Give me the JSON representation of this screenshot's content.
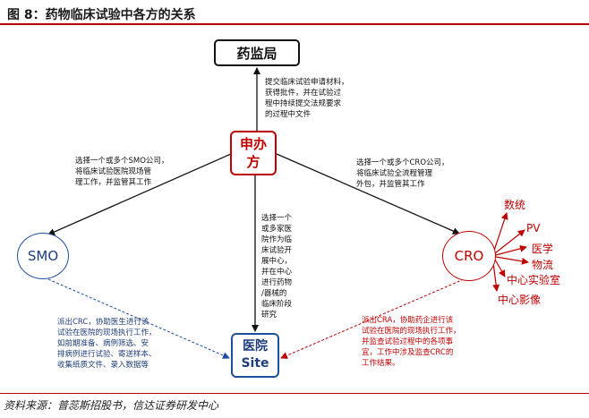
{
  "figure": {
    "title": "图 8：药物临床试验中各方的关系",
    "source": "资料来源：普蕊斯招股书，信达证券研发中心"
  },
  "nodes": {
    "fda": "药监局",
    "sponsor_line1": "申办",
    "sponsor_line2": "方",
    "smo": "SMO",
    "cro": "CRO",
    "hospital_line1": "医院",
    "hospital_line2": "Site"
  },
  "notes": {
    "sponsor_to_fda": [
      "提交临床试验申请材料，",
      "获得批件，并在试验过",
      "程中持续提交法规要求",
      "的过程中文件"
    ],
    "sponsor_to_smo": [
      "选择一个或多个SMO公司，",
      "将临床试验医院现场管",
      "理工作，并监管其工作"
    ],
    "sponsor_to_cro": [
      "选择一个或多个CRO公司，",
      "将临床试验全流程管理",
      "外包，并监管其工作"
    ],
    "sponsor_to_hospital": [
      "选择一个",
      "或多家医",
      "院作为临",
      "床试验开",
      "展中心，",
      "并在中心",
      "进行药物",
      "/器械的",
      "临床阶段",
      "研究"
    ],
    "smo_to_hospital": [
      "派出CRC，协助医生进行该",
      "试验在医院的现场执行工作，",
      "如前期准备、病例筛选、安",
      "排病例进行试验、寄送样本、",
      "收集纸质文件、录入数据等"
    ],
    "cro_to_hospital": [
      "派出CRA，协助药企进行该",
      "试验在医院的现场执行工作，",
      "并监查试验过程中的各项事",
      "宜，工作中涉及监查CRC的",
      "工作结果。"
    ]
  },
  "cro_services": [
    "数统",
    "PV",
    "医学",
    "物流",
    "中心实验室",
    "中心影像"
  ],
  "colors": {
    "red": "#c00000",
    "blue": "#1f4e9a",
    "black": "#111111"
  }
}
